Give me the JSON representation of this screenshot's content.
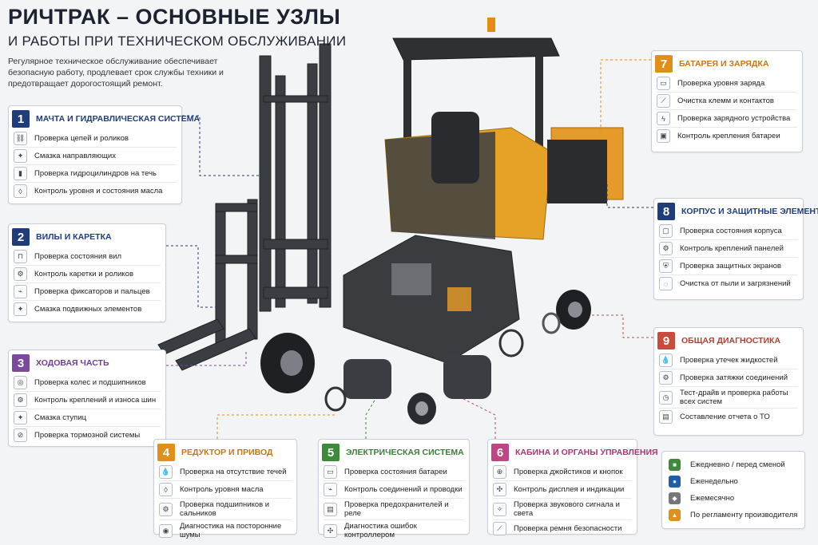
{
  "header": {
    "title": "РИЧТРАК – ОСНОВНЫЕ УЗЛЫ",
    "subtitle": "И РАБОТЫ ПРИ ТЕХНИЧЕСКОМ ОБСЛУЖИВАНИИ",
    "intro": "Регулярное техническое обслуживание обеспечивает безопасную работу, продлевает срок службы техники и предотвращает дорогостоящий ремонт."
  },
  "colors": {
    "blue": "#1f3d7a",
    "purple": "#7a4a9c",
    "orange": "#e0901a",
    "green": "#3d8a3b",
    "pink": "#c04584",
    "red": "#c94b3b"
  },
  "cards": [
    {
      "num": "1",
      "title": "МАЧТА И ГИДРАВЛИЧЕСКАЯ СИСТЕМА",
      "items": [
        {
          "label": "Проверка цепей и роликов",
          "icon": "chain-icon"
        },
        {
          "label": "Смазка направляющих",
          "icon": "grease-icon"
        },
        {
          "label": "Проверка гидроцилиндров на течь",
          "icon": "cylinder-icon"
        },
        {
          "label": "Контроль уровня и состояния масла",
          "icon": "oil-drop-icon"
        }
      ]
    },
    {
      "num": "2",
      "title": "ВИЛЫ И КАРЕТКА",
      "items": [
        {
          "label": "Проверка состояния вил",
          "icon": "forks-icon"
        },
        {
          "label": "Контроль каретки и роликов",
          "icon": "carriage-icon"
        },
        {
          "label": "Проверка фиксаторов и пальцев",
          "icon": "pin-icon"
        },
        {
          "label": "Смазка подвижных элементов",
          "icon": "grease-icon"
        }
      ]
    },
    {
      "num": "3",
      "title": "ХОДОВАЯ ЧАСТЬ",
      "items": [
        {
          "label": "Проверка колес и подшипников",
          "icon": "wheel-icon"
        },
        {
          "label": "Контроль креплений и износа шин",
          "icon": "bolt-icon"
        },
        {
          "label": "Смазка ступиц",
          "icon": "grease-icon"
        },
        {
          "label": "Проверка тормозной системы",
          "icon": "brake-icon"
        }
      ]
    },
    {
      "num": "4",
      "title": "РЕДУКТОР И ПРИВОД",
      "items": [
        {
          "label": "Проверка на отсутствие течей",
          "icon": "leak-icon"
        },
        {
          "label": "Контроль уровня масла",
          "icon": "oil-drop-icon"
        },
        {
          "label": "Проверка подшипников и сальников",
          "icon": "bearing-icon"
        },
        {
          "label": "Диагностика на посторонние шумы",
          "icon": "noise-icon"
        }
      ]
    },
    {
      "num": "5",
      "title": "ЭЛЕКТРИЧЕСКАЯ СИСТЕМА",
      "items": [
        {
          "label": "Проверка состояния батареи",
          "icon": "battery-icon"
        },
        {
          "label": "Контроль соединений и проводки",
          "icon": "plug-icon"
        },
        {
          "label": "Проверка предохранителей и реле",
          "icon": "fuse-icon"
        },
        {
          "label": "Диагностика ошибок контроллером",
          "icon": "controller-icon"
        }
      ]
    },
    {
      "num": "6",
      "title": "КАБИНА И ОРГАНЫ УПРАВЛЕНИЯ",
      "items": [
        {
          "label": "Проверка джойстиков и кнопок",
          "icon": "joystick-icon"
        },
        {
          "label": "Контроль дисплея и индикации",
          "icon": "display-icon"
        },
        {
          "label": "Проверка звукового сигнала и света",
          "icon": "horn-icon"
        },
        {
          "label": "Проверка ремня безопасности",
          "icon": "seatbelt-icon"
        }
      ]
    },
    {
      "num": "7",
      "title": "БАТАРЕЯ И ЗАРЯДКА",
      "items": [
        {
          "label": "Проверка уровня заряда",
          "icon": "battery-icon"
        },
        {
          "label": "Очистка клемм и контактов",
          "icon": "brush-icon"
        },
        {
          "label": "Проверка зарядного устройства",
          "icon": "charger-icon"
        },
        {
          "label": "Контроль крепления батареи",
          "icon": "lock-icon"
        }
      ]
    },
    {
      "num": "8",
      "title": "КОРПУС И ЗАЩИТНЫЕ ЭЛЕМЕНТЫ",
      "items": [
        {
          "label": "Проверка состояния корпуса",
          "icon": "body-icon"
        },
        {
          "label": "Контроль креплений панелей",
          "icon": "panel-icon"
        },
        {
          "label": "Проверка защитных экранов",
          "icon": "shield-icon"
        },
        {
          "label": "Очистка от пыли и загрязнений",
          "icon": "clean-icon"
        }
      ]
    },
    {
      "num": "9",
      "title": "ОБЩАЯ ДИАГНОСТИКА",
      "items": [
        {
          "label": "Проверка утечек жидкостей",
          "icon": "leak-icon"
        },
        {
          "label": "Проверка затяжки соединений",
          "icon": "wrench-icon"
        },
        {
          "label": "Тест-драйв и проверка работы всех систем",
          "icon": "gauge-icon"
        },
        {
          "label": "Составление отчета о ТО",
          "icon": "report-icon"
        }
      ]
    }
  ],
  "legend": [
    {
      "label": "Ежедневно / перед сменой",
      "color": "#3d8a3b"
    },
    {
      "label": "Еженедельно",
      "color": "#1f5fa8"
    },
    {
      "label": "Ежемесячно",
      "color": "#777777"
    },
    {
      "label": "По регламенту производителя",
      "color": "#e0901a"
    }
  ]
}
